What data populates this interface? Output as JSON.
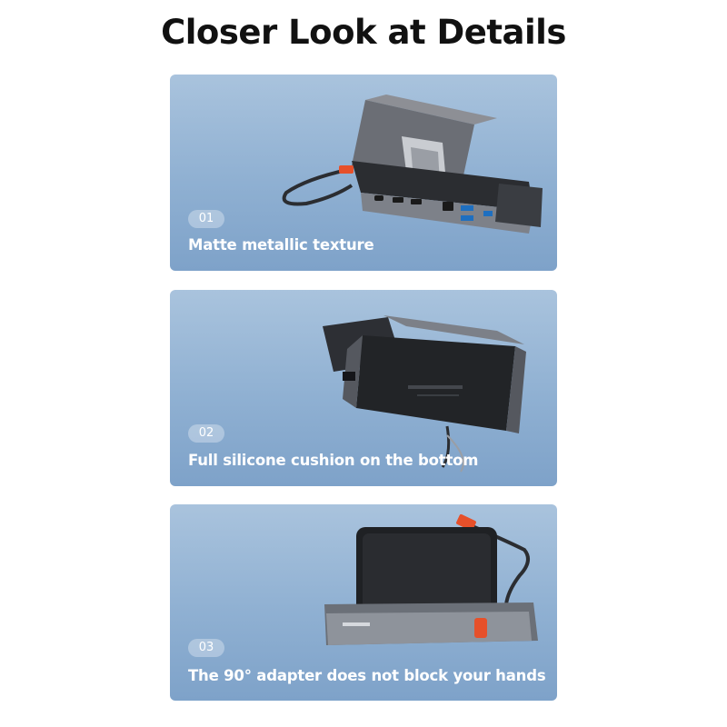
{
  "title": "Closer Look at Details",
  "panels": [
    {
      "number": "01",
      "caption": "Matte metallic texture"
    },
    {
      "number": "02",
      "caption": "Full silicone cushion on the bottom"
    },
    {
      "number": "03",
      "caption": "The 90° adapter does not block your hands"
    }
  ],
  "colors": {
    "panel_top": "#a9c3dd",
    "panel_bottom": "#7ea2c9",
    "accent_orange": "#e6502a",
    "port_blue": "#3aa0e8"
  }
}
